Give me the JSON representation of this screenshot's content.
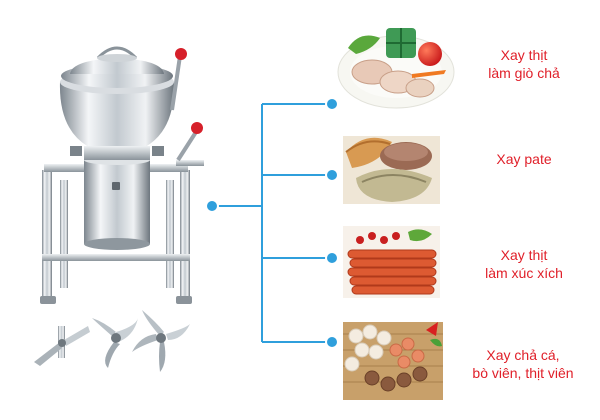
{
  "colors": {
    "connector": "#2f9fdc",
    "label_text": "#e0202a",
    "steel_light": "#f2f4f6",
    "steel_mid": "#b9c0c6",
    "steel_dark": "#6b747c",
    "knob_red": "#d6202a"
  },
  "uses": [
    {
      "id": "gio-cha",
      "lines": [
        "Xay thịt",
        "làm giò chả"
      ],
      "image_name": "gio-cha-plate"
    },
    {
      "id": "pate",
      "lines": [
        "Xay pate",
        ""
      ],
      "image_name": "pate-bread"
    },
    {
      "id": "xuc-xich",
      "lines": [
        "Xay thịt",
        "làm xúc xích"
      ],
      "image_name": "sausages"
    },
    {
      "id": "vien",
      "lines": [
        "Xay chả cá,",
        "bò viên, thịt viên"
      ],
      "image_name": "meatballs-tray"
    }
  ],
  "blades": [
    "straight-blade-icon",
    "curved-blade-icon",
    "cross-blade-icon"
  ]
}
